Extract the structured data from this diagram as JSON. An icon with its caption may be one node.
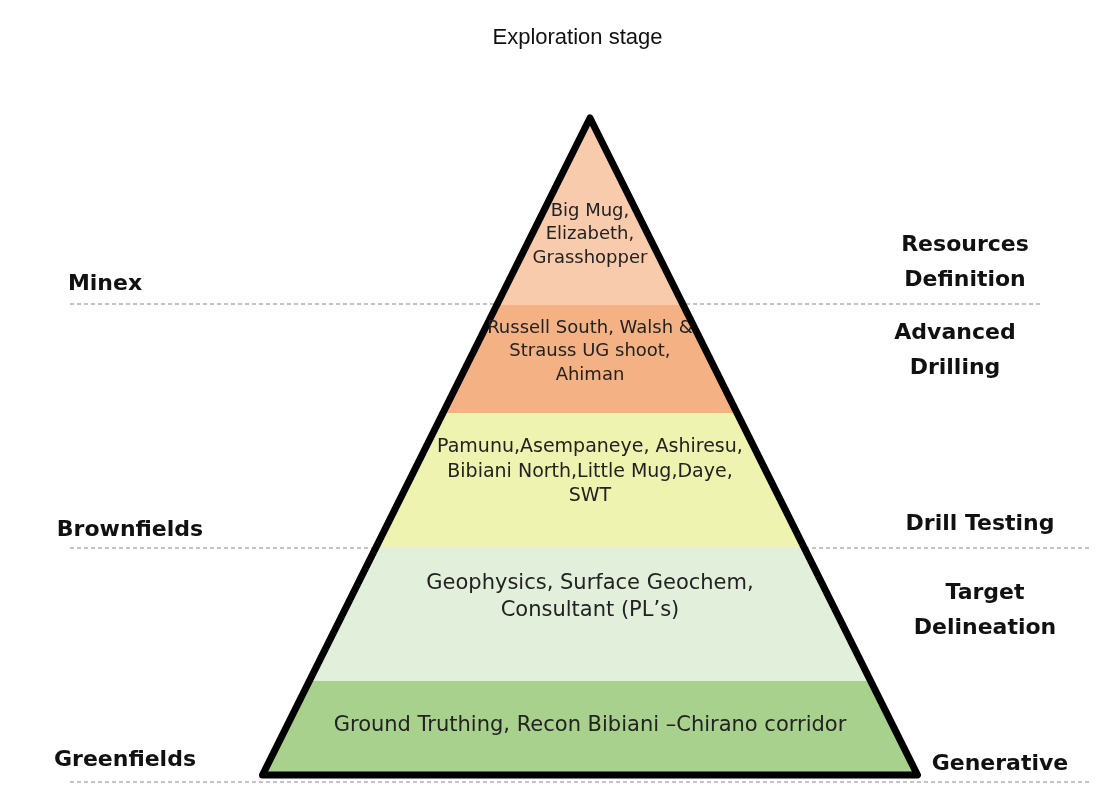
{
  "diagram": {
    "title": "Exploration stage",
    "nodes": [
      {
        "text": [
          "Big Mug, Elizabeth, Grasshopper"
        ]
      },
      {
        "text": [
          "Russell South, Walsh & Strauss UG shoot, Ahiman"
        ]
      },
      {
        "text": [
          "Pamunu,Asempaneye, Ashiresu, Bibiani North,Little Mug,Daye, SWT"
        ]
      },
      {
        "text": [
          "Geophysics, Surface Geochem, Consultant (PL’s)"
        ]
      },
      {
        "text": [
          "Ground Truthing, Recon Bibiani –Chirano corridor"
        ]
      }
    ],
    "labels": [
      "Resources Definition",
      "Minex",
      "Advanced Drilling",
      "Brownfields",
      "Drill Testing",
      "Target Delineation",
      "Greenfields",
      "Generative"
    ]
  }
}
